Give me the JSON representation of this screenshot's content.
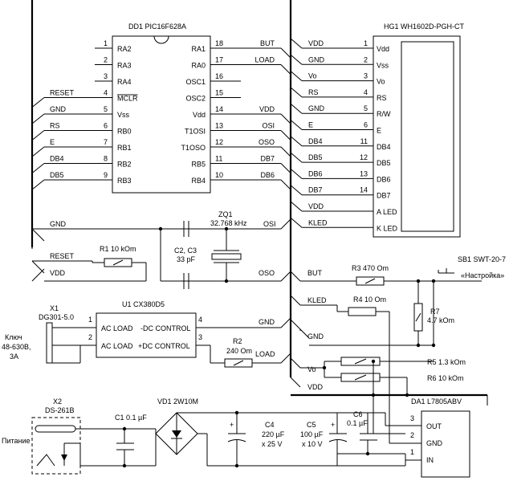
{
  "mcu": {
    "title": "DD1 PIC16F628A",
    "left_pins": [
      {
        "num": "1",
        "name": "RA2"
      },
      {
        "num": "2",
        "name": "RA3"
      },
      {
        "num": "3",
        "name": "RA4"
      },
      {
        "num": "4",
        "name": "MCLR"
      },
      {
        "num": "5",
        "name": "Vss"
      },
      {
        "num": "6",
        "name": "RB0"
      },
      {
        "num": "7",
        "name": "RB1"
      },
      {
        "num": "8",
        "name": "RB2"
      },
      {
        "num": "9",
        "name": "RB3"
      }
    ],
    "right_pins": [
      {
        "num": "18",
        "name": "RA1"
      },
      {
        "num": "17",
        "name": "RA0"
      },
      {
        "num": "16",
        "name": "OSC1"
      },
      {
        "num": "15",
        "name": "OSC2"
      },
      {
        "num": "14",
        "name": "Vdd"
      },
      {
        "num": "13",
        "name": "T1OSI"
      },
      {
        "num": "12",
        "name": "T1OSO"
      },
      {
        "num": "11",
        "name": "RB5"
      },
      {
        "num": "10",
        "name": "RB4"
      }
    ],
    "left_nets": [
      "RESET",
      "GND",
      "RS",
      "E",
      "DB4",
      "DB5"
    ],
    "right_nets": [
      "BUT",
      "LOAD",
      "",
      "",
      "VDD",
      "OSI",
      "OSO",
      "DB7",
      "DB6"
    ]
  },
  "lcd": {
    "title": "HG1 WH1602D-PGH-CT",
    "pins": [
      {
        "num": "1",
        "name": "Vdd",
        "net": "VDD"
      },
      {
        "num": "2",
        "name": "Vss",
        "net": "GND"
      },
      {
        "num": "3",
        "name": "Vo",
        "net": "Vo"
      },
      {
        "num": "4",
        "name": "RS",
        "net": "RS"
      },
      {
        "num": "5",
        "name": "R/W",
        "net": "GND"
      },
      {
        "num": "6",
        "name": "E",
        "net": "E"
      },
      {
        "num": "11",
        "name": "DB4",
        "net": "DB4"
      },
      {
        "num": "12",
        "name": "DB5",
        "net": "DB5"
      },
      {
        "num": "13",
        "name": "DB6",
        "net": "DB6"
      },
      {
        "num": "14",
        "name": "DB7",
        "net": "DB7"
      },
      {
        "num": "",
        "name": "A LED",
        "net": "VDD"
      },
      {
        "num": "",
        "name": "K LED",
        "net": "KLED"
      }
    ]
  },
  "nets": {
    "gnd": "GND",
    "osi": "OSI",
    "oso": "OSO",
    "reset": "RESET",
    "vdd": "VDD",
    "but": "BUT",
    "kled": "KLED",
    "gnd2": "GND",
    "vo": "Vo",
    "vdd2": "VDD",
    "gnd3": "GND",
    "load": "LOAD"
  },
  "components": {
    "zq1_ref": "ZQ1",
    "zq1_val": "32.768 kHz",
    "c2c3_ref": "C2, C3",
    "c2c3_val": "33 pF",
    "r1": "R1 10 kOm",
    "r3": "R3 470 Om",
    "r4": "R4 10 Om",
    "r7_ref": "R7",
    "r7_val": "4.7 kOm",
    "r5": "R5 1.3 kOm",
    "r6": "R6 10 kOm",
    "r2_ref": "R2",
    "r2_val": "240 Om",
    "sb1_ref": "SB1 SWT-20-7",
    "sb1_val": "«Настройка»",
    "c1": "C1 0.1 µF",
    "vd1": "VD1 2W10M",
    "c4_ref": "C4",
    "c4_v1": "220 µF",
    "c4_v2": "x 25 V",
    "c5_ref": "C5",
    "c5_v1": "100 µF",
    "c5_v2": "x 10 V",
    "c6_ref": "C6",
    "c6_v1": "0.1 µF",
    "plus": "+"
  },
  "relay": {
    "title": "U1 CX380D5",
    "in1": "AC LOAD",
    "in2": "AC LOAD",
    "out1": "-DC CONTROL",
    "out2": "+DC CONTROL",
    "pin1": "1",
    "pin2": "2",
    "pin3": "3",
    "pin4": "4"
  },
  "reg": {
    "title": "DA1 L7805ABV",
    "out": "OUT",
    "gnd": "GND",
    "in": "IN",
    "p1": "1",
    "p2": "2",
    "p3": "3"
  },
  "x1": {
    "ref": "X1",
    "part": "DG301-5.0",
    "label1": "Ключ",
    "label2": "48-630В,",
    "label3": "3А"
  },
  "x2": {
    "ref": "X2",
    "part": "DS-261B",
    "label": "Питание"
  }
}
